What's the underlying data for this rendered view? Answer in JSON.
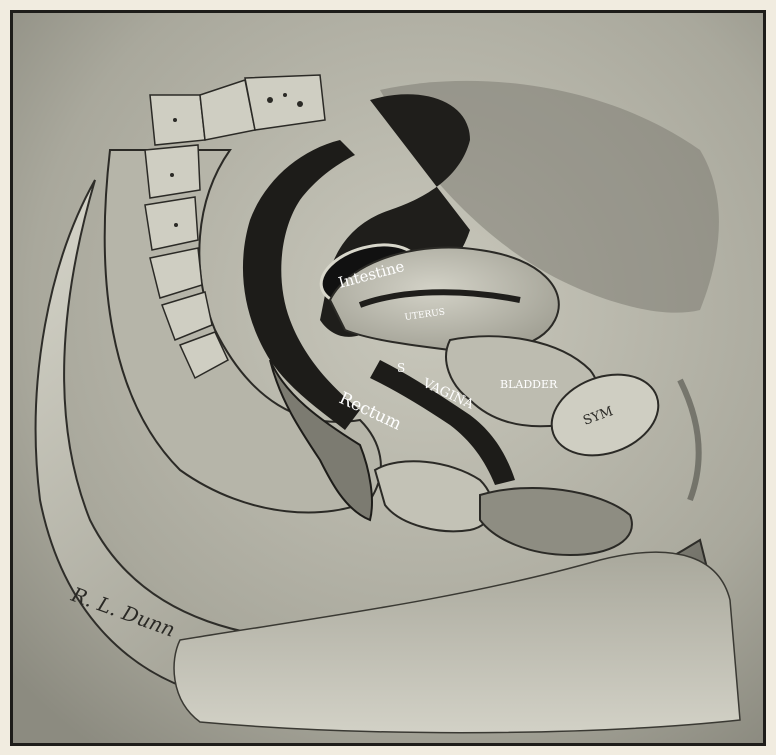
{
  "labels": {
    "intestine": "Intestine",
    "rectum": "Rectum",
    "vagina": "VAGINA",
    "bladder": "BLADDER",
    "sym": "SYM",
    "uterus": "UTERUS",
    "cervix_letter": "S"
  },
  "signature": "R. L. Dunn",
  "colors": {
    "paper": "#f1ece0",
    "ink": "#1e1d1a",
    "tissue": "#a9a89c",
    "shadow": "#5f5e56"
  }
}
